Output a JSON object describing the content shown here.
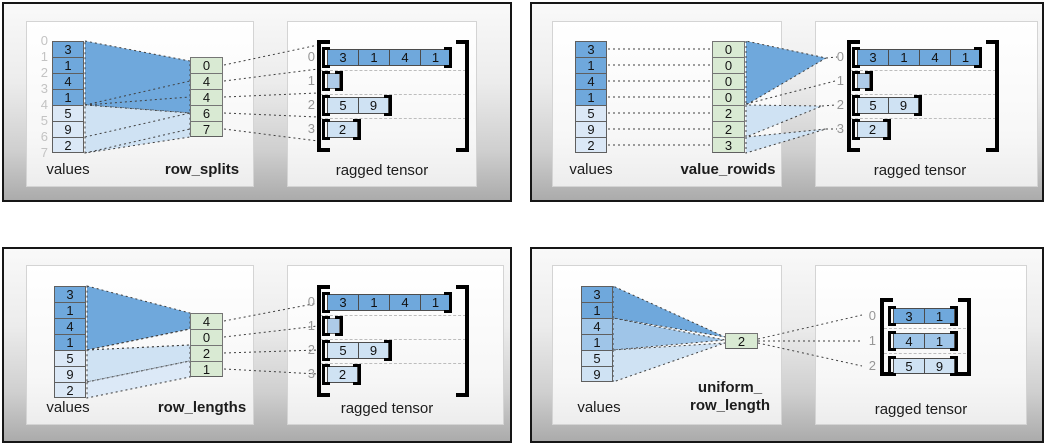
{
  "figure": {
    "description_labels": {
      "values": "values",
      "ragged_tensor": "ragged tensor"
    },
    "colors": {
      "dark_blue": "#6fa8dc",
      "medium_blue": "#9fc5e8",
      "light_blue": "#cfe2f3",
      "green": "#d9ead3"
    }
  },
  "panels": [
    {
      "values_label": "values",
      "method_label": "row_splits",
      "tensor_label": "ragged tensor",
      "value_indices": [
        "0",
        "1",
        "2",
        "3",
        "4",
        "5",
        "6",
        "7"
      ],
      "values": [
        "3",
        "1",
        "4",
        "1",
        "5",
        "9",
        "2"
      ],
      "method_values": [
        "0",
        "4",
        "4",
        "6",
        "7"
      ],
      "row_indices": [
        "0",
        "1",
        "2",
        "3"
      ],
      "tensor_rows": [
        [
          "3",
          "1",
          "4",
          "1"
        ],
        [],
        [
          "5",
          "9"
        ],
        [
          "2"
        ]
      ]
    },
    {
      "values_label": "values",
      "method_label": "value_rowids",
      "tensor_label": "ragged tensor",
      "values": [
        "3",
        "1",
        "4",
        "1",
        "5",
        "9",
        "2"
      ],
      "method_values": [
        "0",
        "0",
        "0",
        "0",
        "2",
        "2",
        "3"
      ],
      "row_indices": [
        "0",
        "1",
        "2",
        "3"
      ],
      "tensor_rows": [
        [
          "3",
          "1",
          "4",
          "1"
        ],
        [],
        [
          "5",
          "9"
        ],
        [
          "2"
        ]
      ]
    },
    {
      "values_label": "values",
      "method_label": "row_lengths",
      "tensor_label": "ragged tensor",
      "values": [
        "3",
        "1",
        "4",
        "1",
        "5",
        "9",
        "2"
      ],
      "method_values": [
        "4",
        "0",
        "2",
        "1"
      ],
      "row_indices": [
        "0",
        "1",
        "2",
        "3"
      ],
      "tensor_rows": [
        [
          "3",
          "1",
          "4",
          "1"
        ],
        [],
        [
          "5",
          "9"
        ],
        [
          "2"
        ]
      ]
    },
    {
      "values_label": "values",
      "method_label_line1": "uniform_",
      "method_label_line2": "row_length",
      "tensor_label": "ragged tensor",
      "values": [
        "3",
        "1",
        "4",
        "1",
        "5",
        "9"
      ],
      "method_values": [
        "2"
      ],
      "row_indices": [
        "0",
        "1",
        "2"
      ],
      "tensor_rows": [
        [
          "3",
          "1"
        ],
        [
          "4",
          "1"
        ],
        [
          "5",
          "9"
        ]
      ]
    }
  ]
}
